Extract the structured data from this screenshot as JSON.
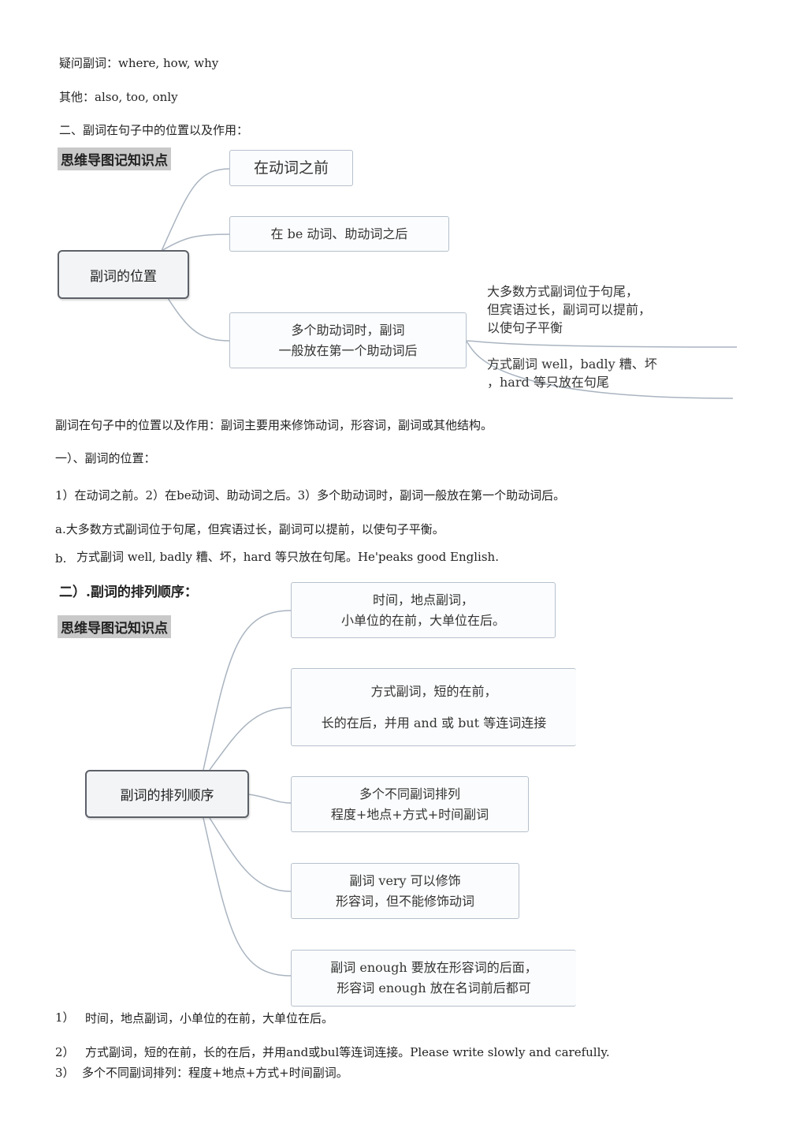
{
  "intro": {
    "interrogative": "疑问副词：where, how, why",
    "others": "其他：also, too, only",
    "section2_title": "二、副词在句子中的位置以及作用："
  },
  "mindmap1": {
    "tag": "思维导图记知识点",
    "center": "副词的位置",
    "node1": "在动词之前",
    "node2": "在 be 动词、助动词之后",
    "node3_line1": "多个助动词时，副词",
    "node3_line2": "一般放在第一个助动词后",
    "side1_line1": "大多数方式副词位于句尾，",
    "side1_line2": "但宾语过长，副词可以提前，",
    "side1_line3": "以使句子平衡",
    "side2_line1": "方式副词 well，badly 糟、坏",
    "side2_line2": "，hard 等只放在句尾"
  },
  "body1": {
    "summary": "副词在句子中的位置以及作用：副词主要用来修饰动词，形容词，副词或其他结构。",
    "sub1_title": "一）、副词的位置：",
    "positions": "1）在动词之前。2）在be动词、助动词之后。3）多个助动词时，副词一般放在第一个助动词后。",
    "point_a": "a.大多数方式副词位于句尾，但宾语过长，副词可以提前，以使句子平衡。",
    "point_b_marker": "b.",
    "point_b_text": "方式副词  well, badly 糟、坏，hard 等只放在句尾。He'peaks good English."
  },
  "mindmap2": {
    "heading": "二）.副词的排列顺序：",
    "tag": "思维导图记知识点",
    "center": "副词的排列顺序",
    "node1_line1": "时间，地点副词，",
    "node1_line2": "小单位的在前，大单位在后。",
    "node2_line1": "方式副词，短的在前，",
    "node2_line2": "长的在后，并用 and 或 but 等连词连接",
    "node3_line1": "多个不同副词排列",
    "node3_line2": "程度+地点+方式+时间副词",
    "node4_line1": "副词 very  可以修饰",
    "node4_line2": "形容词，但不能修饰动词",
    "node5_line1": "副词 enough 要放在形容词的后面，",
    "node5_line2": "形容词 enough 放在名词前后都可"
  },
  "body2": {
    "item1_num": "1）",
    "item1_text": "时间，地点副词，小单位的在前，大单位在后。",
    "item2_num": "2）",
    "item2_text": "方式副词，短的在前，长的在后，并用and或bul等连词连接。Please write slowly and carefully.",
    "item3_num": "3）",
    "item3_text": "多个不同副词排列：程度+地点+方式+时间副词。"
  }
}
